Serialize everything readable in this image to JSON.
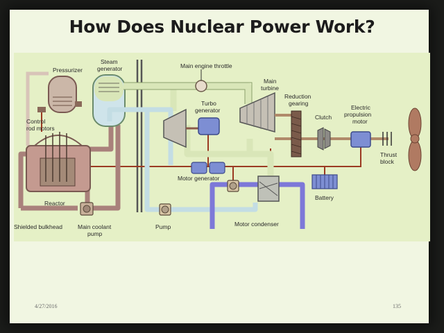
{
  "slide": {
    "title": "How Does Nuclear Power Work?",
    "date": "4/27/2016",
    "page_number": "135"
  },
  "diagram": {
    "labels": {
      "steam_generator": [
        "Steam",
        "generator"
      ],
      "main_engine_throttle": "Main engine throttle",
      "pressurizer": "Pressurizer",
      "main_turbine": [
        "Main",
        "turbine"
      ],
      "turbo_generator": [
        "Turbo",
        "generator"
      ],
      "reduction_gearing": [
        "Reduction",
        "gearing"
      ],
      "clutch": "Clutch",
      "electric_propulsion_motor": [
        "Electric",
        "propulsion",
        "motor"
      ],
      "control_rod_motors": [
        "Control",
        "rod motors"
      ],
      "thrust_block": [
        "Thrust",
        "block"
      ],
      "motor_generator": "Motor generator",
      "battery": "Battery",
      "reactor": "Reactor",
      "shielded_bulkhead": "Shielded bulkhead",
      "main_coolant_pump": [
        "Main coolant",
        "pump"
      ],
      "pump": "Pump",
      "motor_condenser": "Motor condenser"
    }
  },
  "colors": {
    "primary_loop": "#a9817b",
    "steam_line": "#d9e6b8",
    "feedwater": "#c3dde4",
    "condenser_water": "#7d78d8",
    "electrical": "#9b3a22",
    "shaft": "#b08a6a",
    "component_blue": "#7d8ed3"
  }
}
